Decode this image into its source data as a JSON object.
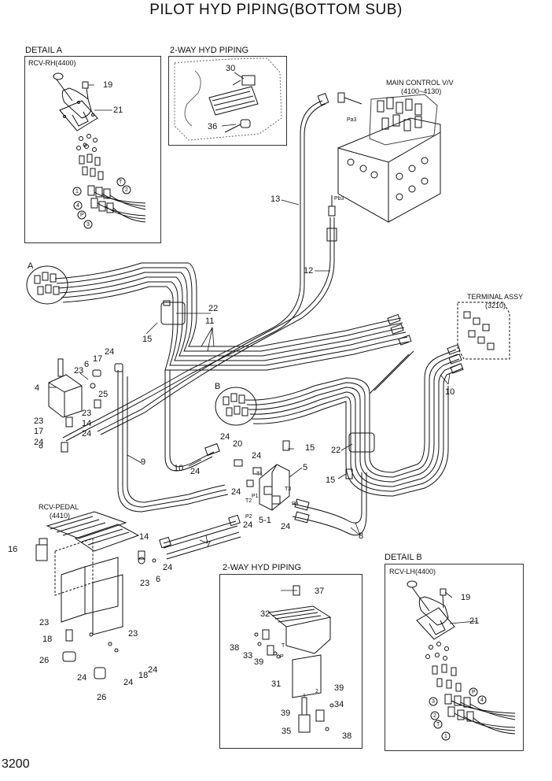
{
  "title": "PILOT HYD PIPING(BOTTOM SUB)",
  "page_number": "3200",
  "detail_a": {
    "heading": "DETAIL A",
    "subtitle": "RCV-RH(4400)",
    "callouts": [
      "19",
      "21"
    ]
  },
  "two_way_top": {
    "heading": "2-WAY HYD PIPING",
    "callouts": [
      "30",
      "36"
    ]
  },
  "main_valve": {
    "heading": "MAIN CONTROL V/V",
    "code": "(4100~4130)",
    "ports": [
      "Pa3",
      "Pb3"
    ]
  },
  "terminal": {
    "heading": "TERMINAL ASSY",
    "code": "(3210)"
  },
  "rcv_pedal": {
    "heading": "RCV-PEDAL",
    "code": "(4410)"
  },
  "two_way_bottom": {
    "heading": "2-WAY HYD PIPING",
    "callouts": [
      "37",
      "32",
      "38",
      "33",
      "39",
      "31",
      "39",
      "34",
      "35",
      "38"
    ],
    "ports": [
      "T",
      "P",
      "1",
      "2"
    ]
  },
  "detail_b": {
    "heading": "DETAIL B",
    "subtitle": "RCV-LH(4400)",
    "callouts": [
      "19",
      "21"
    ]
  },
  "circled_a": [
    "T",
    "1",
    "2",
    "4",
    "P",
    "3"
  ],
  "circled_b": [
    "3",
    "P",
    "4",
    "2",
    "T",
    "1"
  ],
  "section_letters": {
    "a": "A",
    "b": "B"
  },
  "center_ports": [
    "T1",
    "P1",
    "T2",
    "P2",
    "T3",
    "P3"
  ],
  "callouts": {
    "c13": "13",
    "c12": "12",
    "c22a": "22",
    "c11": "11",
    "c15a": "15",
    "c24a": "24",
    "c17": "17",
    "c6a": "6",
    "c23a": "23",
    "c4": "4",
    "c25": "25",
    "c23b": "23",
    "c23c": "23",
    "c14a": "14",
    "c17b": "17",
    "c24b": "24",
    "c24c": "24",
    "c9": "9",
    "c10a": "10",
    "c24d": "24",
    "c20": "20",
    "c24e": "24",
    "c24f": "24",
    "c15b": "15",
    "c5": "5",
    "c22b": "22",
    "c15c": "15",
    "c10b": "10",
    "c5_1": "5-1",
    "c24g": "24",
    "c24h": "24",
    "c7": "7",
    "c8": "8",
    "c16": "16",
    "c14b": "14",
    "c24i": "24",
    "c23d": "23",
    "c6b": "6",
    "c23e": "23",
    "c18a": "18",
    "c23f": "23",
    "c26a": "26",
    "c24j": "24",
    "c26b": "26",
    "c24k": "24",
    "c18b": "18",
    "c24l": "24"
  }
}
